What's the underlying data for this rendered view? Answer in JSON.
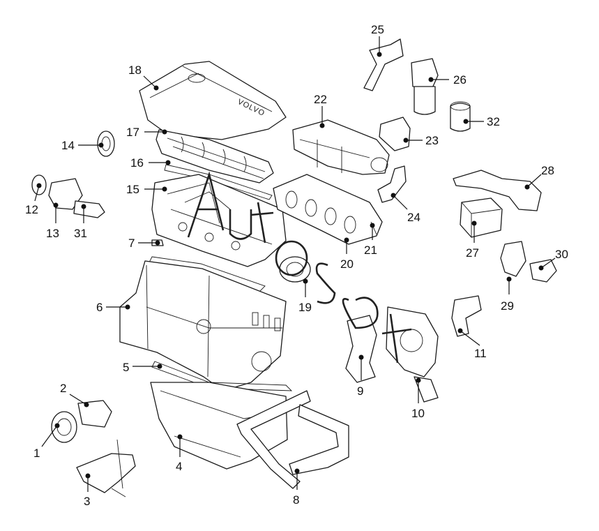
{
  "diagram": {
    "callouts": [
      "1",
      "2",
      "3",
      "4",
      "5",
      "6",
      "7",
      "8",
      "9",
      "10",
      "11",
      "12",
      "13",
      "14",
      "15",
      "16",
      "17",
      "18",
      "19",
      "20",
      "21",
      "22",
      "23",
      "24",
      "25",
      "26",
      "27",
      "28",
      "29",
      "30",
      "31",
      "32"
    ],
    "cover_brand": "VOLVO",
    "watermark": "autoparts"
  }
}
